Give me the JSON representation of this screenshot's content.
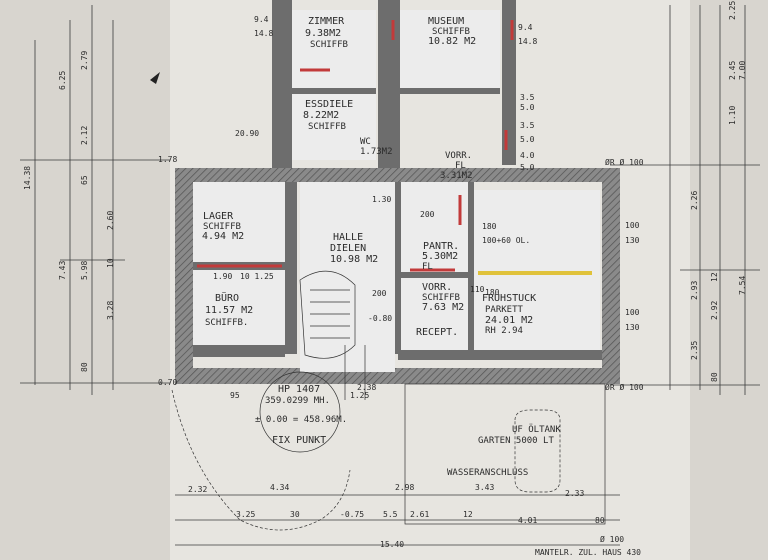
{
  "rooms": {
    "zimmer": {
      "name": "ZIMMER",
      "area": "9.38M2",
      "floor": "SCHIFFB"
    },
    "museum": {
      "name": "MUSEUM",
      "area": "10.82 M2",
      "floor": "SCHIFFB"
    },
    "essdiele": {
      "name": "ESSDIELE",
      "area": "8.22M2",
      "floor": "SCHIFFB"
    },
    "lager": {
      "name": "LAGER",
      "area": "4.94 M2",
      "floor": "SCHIFFB"
    },
    "halle": {
      "name": "HALLE",
      "name2": "DIELEN",
      "area": "10.98 M2"
    },
    "pantr": {
      "name": "PANTR.",
      "area": "5.30M2",
      "floor": "FL"
    },
    "buero": {
      "name": "BÜRO",
      "area": "11.57 M2",
      "floor": "SCHIFFB."
    },
    "vorr": {
      "name": "VORR.",
      "floor": "SCHIFFB",
      "area": "7.63 M2"
    },
    "recept": {
      "name": "RECEPT."
    },
    "fruehstueck": {
      "name": "FRUHSTUCK",
      "floor": "PARKETT",
      "area": "24.01 M2",
      "rh": "RH 2.94"
    },
    "wc": {
      "name": "WC",
      "area": "1.73M2"
    },
    "vorr_top": {
      "name": "VORR.",
      "floor": "FL",
      "area": "3.31M2"
    }
  },
  "annotations": {
    "hp": "HP 1407",
    "hp_val": "359.0299 MH.",
    "fixpunkt_val": "± 0.00 = 458.96M.",
    "fixpunkt": "FIX PUNKT",
    "oeltank1": "UF ÖLTANK",
    "oeltank2": "GARTEN 5000 LT",
    "wasser": "WASSERANSCHLUSS",
    "mantel": "MANTELR. ZUL. HAUS 430",
    "p100a": "ØR Ø 100",
    "p100b": "ØR Ø 100",
    "p100c": "Ø 100"
  },
  "dims": {
    "left": [
      "14.38",
      "6.25",
      "7.43",
      "5.98",
      "3.28",
      "2.79",
      "2.12",
      "65",
      "2.60",
      "10",
      "80"
    ],
    "right": [
      "2.25",
      "2.45",
      "1.10",
      "2.26",
      "2.93",
      "2.35",
      "2.92",
      "7.00",
      "7.54",
      "80",
      "12"
    ],
    "misc": [
      "9.4",
      "14.8",
      "9.4",
      "14.8",
      "3.5",
      "5.0",
      "3.5",
      "5.0",
      "4.0",
      "5.0",
      "100",
      "130",
      "100",
      "130",
      "180",
      "100+60 OL.",
      "1.90",
      "10 1.25",
      "95",
      "1.25",
      "2.32",
      "4.34",
      "2.98",
      "3.43",
      "2.33",
      "3.25",
      "30",
      "5.5",
      "2.61",
      "12",
      "4.01",
      "80",
      "15.40",
      "1.78",
      "0.70",
      "1.30",
      "-0.80",
      "-0.75",
      "20.90",
      "110",
      "200",
      "2.38",
      "180",
      "200"
    ]
  }
}
